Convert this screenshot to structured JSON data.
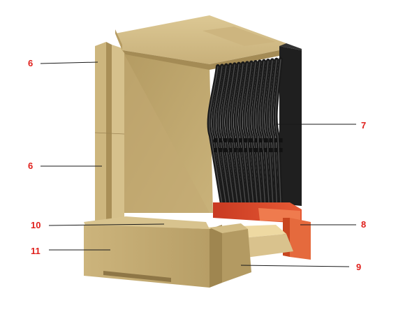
{
  "callouts": [
    {
      "id": "c6a",
      "text": "6"
    },
    {
      "id": "c6b",
      "text": "6"
    },
    {
      "id": "c7",
      "text": "7"
    },
    {
      "id": "c8",
      "text": "8"
    },
    {
      "id": "c9",
      "text": "9"
    },
    {
      "id": "c10",
      "text": "10"
    },
    {
      "id": "c11",
      "text": "11"
    }
  ],
  "colors": {
    "label": "#e0201c",
    "leader": "#1a1a1a",
    "insulation_light": "#d8c48e",
    "insulation_mid": "#c3ab72",
    "insulation_dark": "#a88f58",
    "tubes_dark": "#1e1e1e",
    "tubes_light": "#4a4a4a",
    "refractory_red": "#d9462b",
    "refractory_orange": "#ee7a4c",
    "hearth_pale": "#eed9a2"
  }
}
